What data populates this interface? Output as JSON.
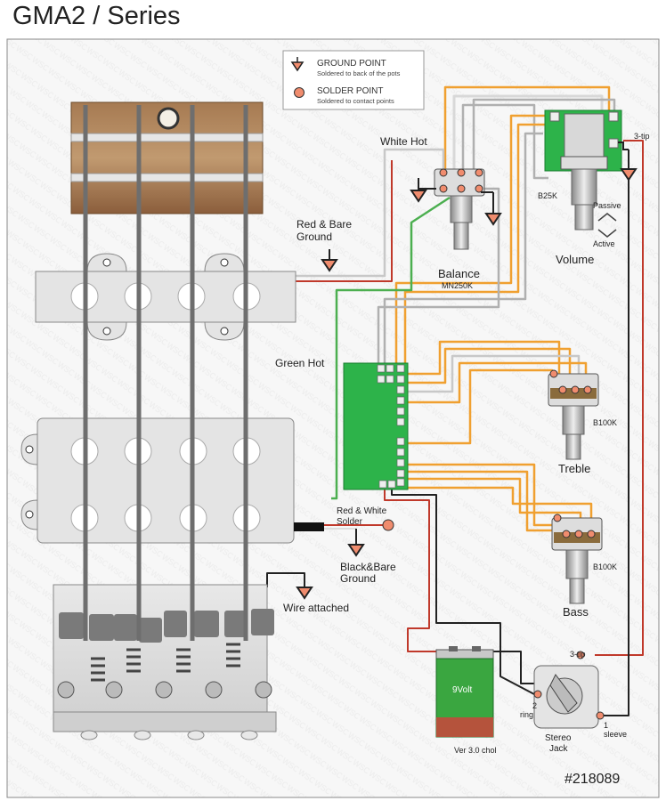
{
  "title": "GMA2 / Series",
  "legend": {
    "ground_label": "GROUND POINT",
    "ground_sub": "Soldered to back of the pots",
    "solder_label": "SOLDER POINT",
    "solder_sub": "Soldered to contact points"
  },
  "labels": {
    "white_hot": "White Hot",
    "red_bare_ground_1": "Red & Bare",
    "red_bare_ground_2": "Ground",
    "green_hot": "Green Hot",
    "red_white_1": "Red & White",
    "red_white_2": "Solder",
    "black_bare_1": "Black&Bare",
    "black_bare_2": "Ground",
    "wire_attached": "Wire attached",
    "three_tip_top": "3-tip",
    "passive": "Passive",
    "active": "Active",
    "b25k": "B25K",
    "volume": "Volume",
    "balance": "Balance",
    "mn250k": "MN250K",
    "treble_val": "B100K",
    "treble": "Treble",
    "bass_val": "B100K",
    "bass": "Bass",
    "battery": "9Volt",
    "version": "Ver 3.0 chol",
    "jack_tip": "3-tip",
    "jack_ring_num": "2",
    "jack_ring": "ring",
    "jack_sleeve_num": "1",
    "jack_sleeve": "sleeve",
    "jack_name_1": "Stereo",
    "jack_name_2": "Jack",
    "part_number": "#218089"
  },
  "colors": {
    "orange_wire": "#f0a030",
    "gray_wire": "#b0b0b0",
    "green_wire": "#4caf50",
    "red_wire": "#c0392b",
    "black_wire": "#222222",
    "board_green": "#2db34a",
    "solder_dot": "#f08c6e"
  }
}
